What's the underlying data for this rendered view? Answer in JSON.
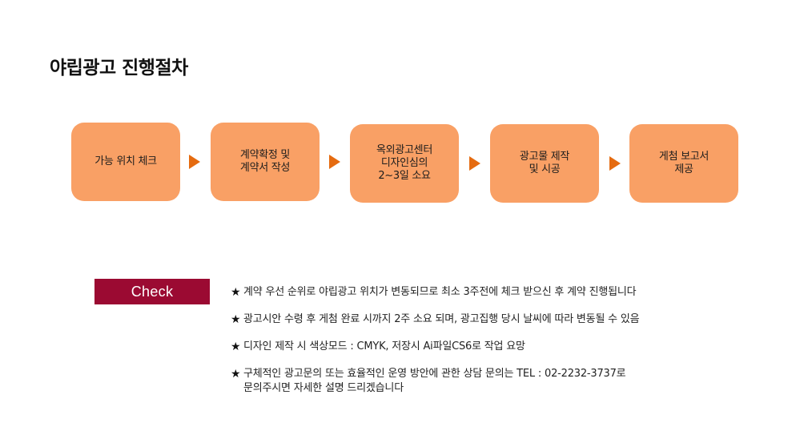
{
  "page": {
    "title": "야립광고 진행절차"
  },
  "steps": [
    {
      "label": "가능 위치 체크"
    },
    {
      "label": "계약확정 및\n계약서 작성"
    },
    {
      "label": "옥외광고센터\n디자인심의\n2~3일 소요"
    },
    {
      "label": "광고물 제작\n및 시공"
    },
    {
      "label": "게첨 보고서\n제공"
    }
  ],
  "check": {
    "badge_label": "Check",
    "bullet_icon": "★",
    "notes": [
      "계약 우선 순위로 야립광고 위치가 변동되므로 최소 3주전에 체크 받으신 후 계약 진행됩니다",
      "광고시안 수령 후 게첨 완료 시까지 2주 소요 되며,  광고집행 당시 날씨에 따라  변동될 수 있음",
      "디자인 제작 시 색상모드 :  CMYK, 저장시 Ai파일CS6로 작업 요망",
      "구체적인 광고문의 또는 효율적인 운영 방안에 관한 상담 문의는 TEL : 02-2232-3737로\n문의주시면 자세한 설명 드리겠습니다"
    ]
  },
  "colors": {
    "step_fill": "#f9a065",
    "arrow": "#e56b10",
    "check_badge": "#9b0a32"
  }
}
